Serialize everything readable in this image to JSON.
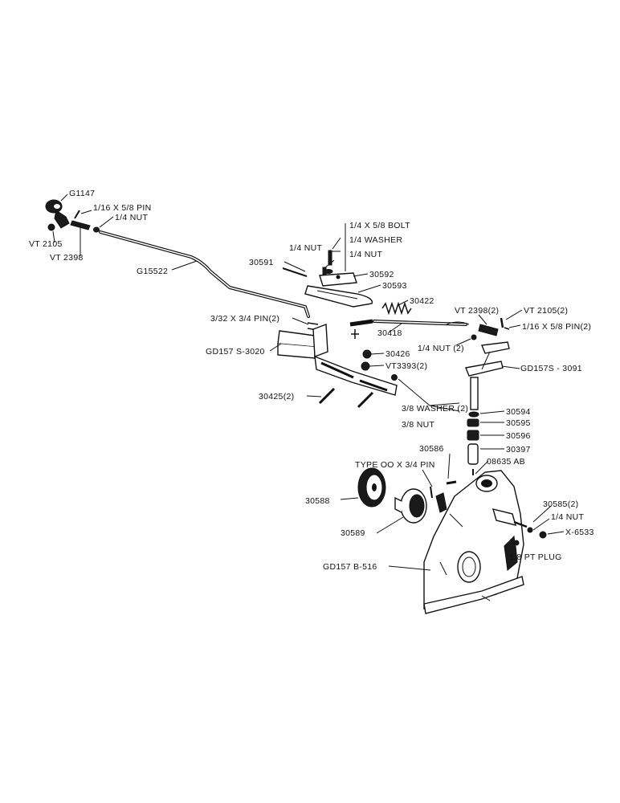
{
  "labels": {
    "g1147": "G1147",
    "pin_1_16_x_5_8": "1/16 X 5/8 PIN",
    "nut_1_4_a": "1/4 NUT",
    "vt2105_a": "VT 2105",
    "vt2398_a": "VT 2398",
    "g15522": "G15522",
    "bolt_1_4_x_5_8": "1/4 X 5/8 BOLT",
    "washer_1_4": "1/4 WASHER",
    "nut_1_4_b": "1/4 NUT",
    "nut_1_4_c": "1/4 NUT",
    "p30591": "30591",
    "p30592": "30592",
    "p30593": "30593",
    "p30422": "30422",
    "pin_3_32_x_3_4": "3/32 X 3/4 PIN(2)",
    "vt2398_2": "VT 2398(2)",
    "vt2105_2": "VT 2105(2)",
    "pin_1_16_x_5_8_2": "1/16 X 5/8 PIN(2)",
    "p30418": "30418",
    "nut_1_4_2": "1/4 NUT (2)",
    "gd157s3020": "GD157 S-3020",
    "p30426": "30426",
    "vt3393_2": "VT3393(2)",
    "gd157s3091": "GD157S - 3091",
    "p30425_2": "30425(2)",
    "washer_3_8_2": "3/8 WASHER (2)",
    "nut_3_8": "3/8 NUT",
    "p30594": "30594",
    "p30595": "30595",
    "p30596": "30596",
    "p30586": "30586",
    "p30397": "30397",
    "type_oo_pin": "TYPE OO X 3/4 PIN",
    "p08635ab": "08635 AB",
    "p30588": "30588",
    "p30585_2": "30585(2)",
    "nut_1_4_d": "1/4 NUT",
    "x6533": "X-6533",
    "p30589": "30589",
    "pt_plug": "1/8 PT PLUG",
    "gd157b516": "GD157 B-516"
  }
}
